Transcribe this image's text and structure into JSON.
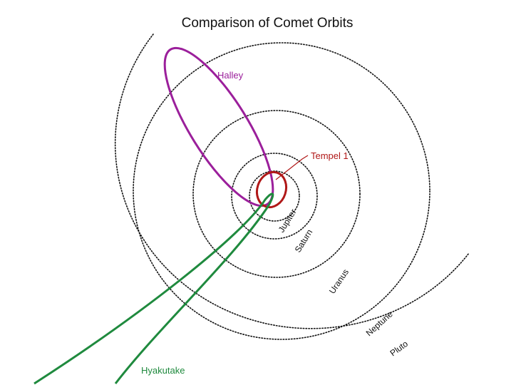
{
  "title": "Comparison of Comet Orbits",
  "planets": [
    {
      "name": "Jupiter"
    },
    {
      "name": "Saturn"
    },
    {
      "name": "Uranus"
    },
    {
      "name": "Neptune"
    },
    {
      "name": "Pluto"
    }
  ],
  "comets": [
    {
      "name": "Halley",
      "color": "#9b1f9b"
    },
    {
      "name": "Tempel 1",
      "color": "#b01818"
    },
    {
      "name": "Hyakutake",
      "color": "#1f8a3e"
    }
  ],
  "orbit_line_color": "#111111"
}
